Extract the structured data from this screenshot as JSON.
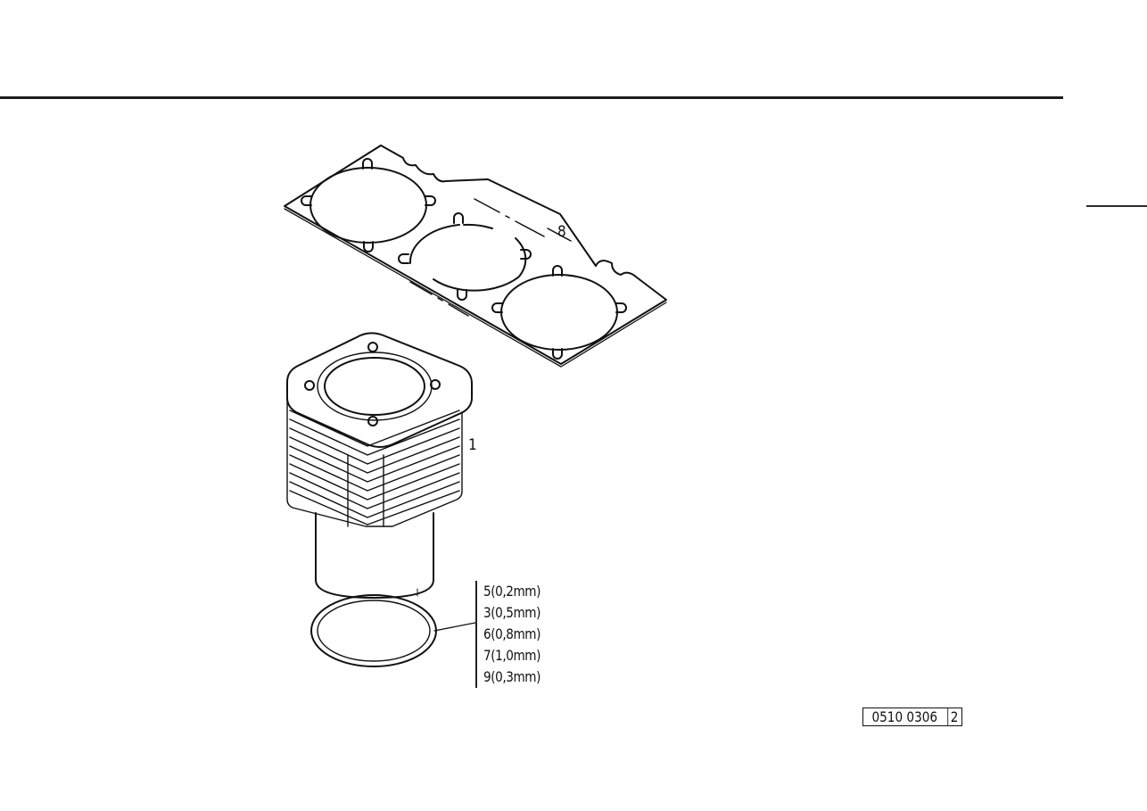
{
  "page": {
    "header_rule": true,
    "side_tab_marker": true
  },
  "parts": {
    "gasket": {
      "callout": "8",
      "description": "cylinder head gasket (3 bores)"
    },
    "cylinder": {
      "callout": "1",
      "description": "finned cylinder with liner"
    },
    "shim_ring": {
      "description": "cylinder base shim ring",
      "options": [
        {
          "item": "5",
          "thickness": "(0,2mm)",
          "label": "5(0,2mm)"
        },
        {
          "item": "3",
          "thickness": "(0,5mm)",
          "label": "3(0,5mm)"
        },
        {
          "item": "6",
          "thickness": "(0,8mm)",
          "label": "6(0,8mm)"
        },
        {
          "item": "7",
          "thickness": "(1,0mm)",
          "label": "7(1,0mm)"
        },
        {
          "item": "9",
          "thickness": "(0,3mm)",
          "label": "9(0,3mm)"
        }
      ]
    }
  },
  "reference": {
    "code": "0510 0306",
    "sheet": "2"
  },
  "colors": {
    "ink": "#111111",
    "paper": "#ffffff"
  }
}
